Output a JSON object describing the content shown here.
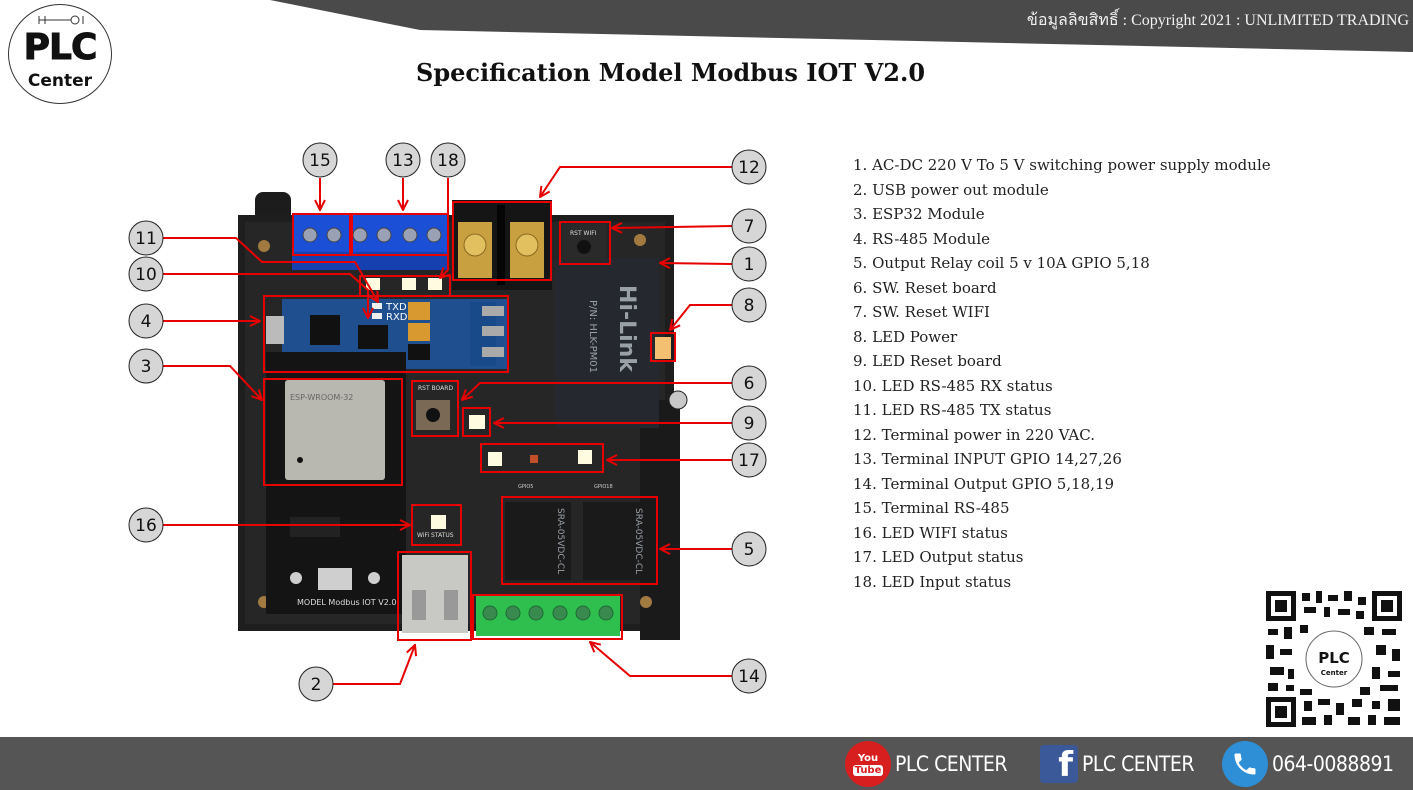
{
  "header": {
    "copyright": "ข้อมูลลิขสิทธิ์ : Copyright 2021 : UNLIMITED TRADING",
    "logo_main": "PLC",
    "logo_sub": "Center"
  },
  "title": "Specification Model Modbus IOT V2.0",
  "board": {
    "model_label": "MODEL Modbus IOT V2.0",
    "rst_board_label": "RST BOARD",
    "rst_wifi_label": "RST WIFI",
    "wifi_status_label": "WiFi STATUS",
    "esp_label": "ESP-WROOM-32",
    "txd_label": "TXD",
    "rxd_label": "RXD",
    "psu_brand": "Hi-Link",
    "psu_part": "P/N: HLK-PM01",
    "relay_model": "SRA-05VDC-CL",
    "gpio5_label": "GPIO5",
    "gpio18_label": "GPIO18"
  },
  "callouts": [
    "1",
    "2",
    "3",
    "4",
    "5",
    "6",
    "7",
    "8",
    "9",
    "10",
    "11",
    "12",
    "13",
    "14",
    "15",
    "16",
    "17",
    "18"
  ],
  "specs": [
    "1. AC-DC 220 V To 5 V switching power supply module",
    "2. USB power out module",
    "3. ESP32 Module",
    "4. RS-485 Module",
    "5. Output Relay coil 5 v 10A GPIO 5,18",
    "6. SW. Reset board",
    "7. SW. Reset WIFI",
    "8. LED Power",
    "9. LED Reset board",
    "10. LED RS-485 RX status",
    "11. LED RS-485 TX status",
    "12. Terminal power in 220 VAC.",
    "13. Terminal  INPUT GPIO 14,27,26",
    "14. Terminal  Output GPIO 5,18,19",
    "15. Terminal  RS-485",
    "16. LED WIFI status",
    "17. LED Output status",
    "18. LED Input status"
  ],
  "footer": {
    "youtube": "PLC CENTER",
    "facebook": "PLC CENTER",
    "phone": "064-0088891",
    "youtube_icon_top": "You",
    "youtube_icon_bottom": "Tube",
    "facebook_icon": "f"
  },
  "colors": {
    "banner": "#4a4a4a",
    "footer": "#555555",
    "callout_red": "#e60000",
    "youtube": "#d81f1f",
    "facebook": "#3b5998",
    "phone": "#2f8fd6"
  }
}
